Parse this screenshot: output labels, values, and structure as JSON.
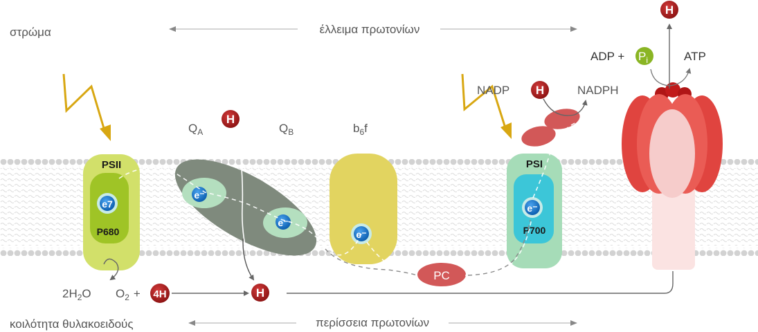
{
  "labels": {
    "stroma": "στρώμα",
    "lumen": "κοιλότητα θυλακοειδούς",
    "proton_deficit": "έλλειμα πρωτονίων",
    "proton_excess": "περίσσεια πρωτονίων",
    "qa": {
      "main": "Q",
      "sub": "A"
    },
    "qb": {
      "main": "Q",
      "sub": "B"
    },
    "b6f": {
      "main": "b",
      "sub": "6",
      "tail": "f"
    },
    "nadp": "NADP",
    "nadph": "NADPH",
    "adp": "ADP +",
    "atp": "ATP",
    "pi": {
      "main": "P",
      "sub": "i"
    },
    "water": {
      "a": "2H",
      "sub": "2",
      "b": "O"
    },
    "oxygen": {
      "a": "O",
      "sub": "2",
      "plus": "+"
    }
  },
  "complexes": {
    "psii": {
      "name": "PSII",
      "center": "P680",
      "electron": "e7"
    },
    "psi": {
      "name": "PSI",
      "center": "P700",
      "electron": "e⁻"
    },
    "pc": "PC"
  },
  "electron": "e⁻",
  "proton": "H",
  "proton_4h": "4H",
  "colors": {
    "membrane": "#c9c9c9",
    "psii": "#d2e06a",
    "qa_qb": "#7f8a7d",
    "b6f": "#e2d460",
    "psi": "#a6dcb8",
    "atp_synthase": "#e0443f",
    "proton": "#b71c1c",
    "electron": "#1976d2",
    "phosphate": "#8ab524",
    "light_bolt": "#d8a712",
    "text": "#555555"
  }
}
